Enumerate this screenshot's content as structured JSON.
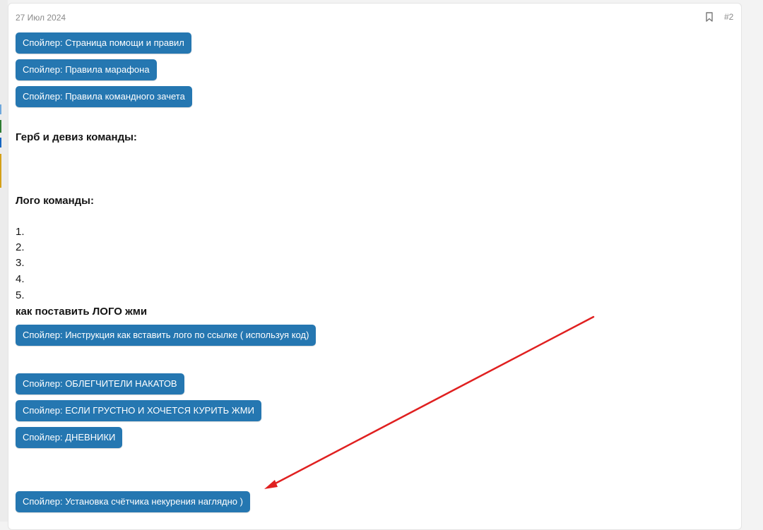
{
  "post": {
    "date": "27 Июл 2024",
    "number": "#2",
    "bookmark_icon": "bookmark-icon"
  },
  "spoilers_top": [
    {
      "label": "Спойлер: Страница помощи и правил"
    },
    {
      "label": "Спойлер: Правила марафона"
    },
    {
      "label": "Спойлер: Правила командного зачета"
    }
  ],
  "section_emblem": {
    "heading": "Герб и девиз команды:"
  },
  "section_logo": {
    "heading": "Лого команды:",
    "list": [
      "1.",
      "2.",
      "3.",
      "4.",
      "5."
    ]
  },
  "logo_hint": {
    "heading": "как поставить ЛОГО жми"
  },
  "spoiler_instruction": {
    "label": "Спойлер: Инструкция как вставить лого по ссылке ( используя код)"
  },
  "spoilers_mid": [
    {
      "label": "Спойлер: ОБЛЕГЧИТЕЛИ НАКАТОВ"
    },
    {
      "label": "Спойлер: ЕСЛИ ГРУСТНО И ХОЧЕТСЯ КУРИТЬ ЖМИ"
    },
    {
      "label": "Спойлер: ДНЕВНИКИ"
    }
  ],
  "spoiler_counter": {
    "label": "Спойлер: Установка счётчика некурения наглядно )"
  },
  "colors": {
    "spoiler_bg": "#2577b1",
    "annotation_arrow": "#e02020"
  }
}
